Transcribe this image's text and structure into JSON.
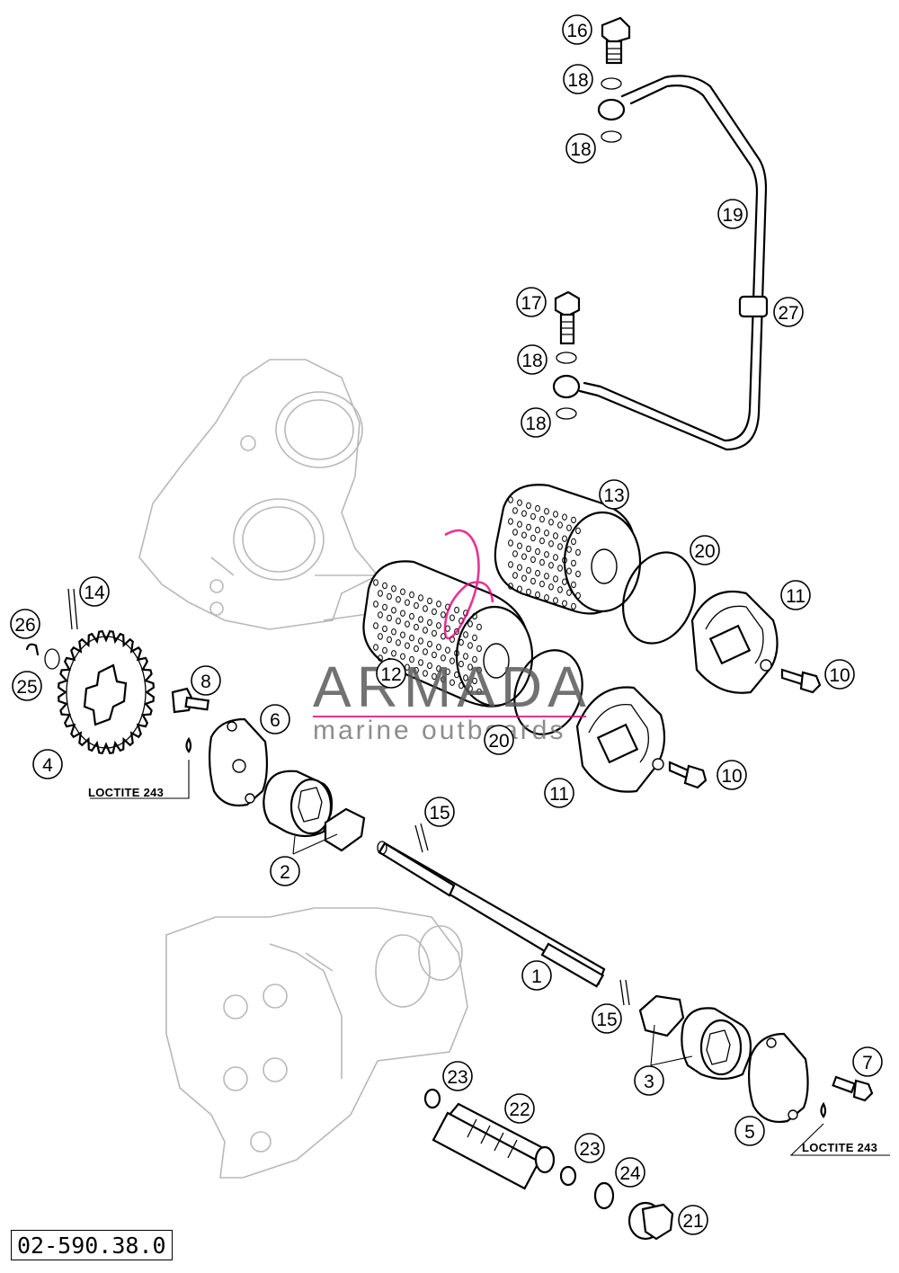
{
  "drawing_number": "02-590.38.0",
  "watermark": {
    "brand": "ARMADA",
    "tagline": "marine outboards",
    "accent_color": "#e2007a",
    "text_color": "#5a5a5a"
  },
  "loctite_labels": [
    "LOCTITE 243",
    "LOCTITE 243"
  ],
  "callouts": [
    "1",
    "2",
    "3",
    "4",
    "5",
    "6",
    "7",
    "8",
    "10",
    "10",
    "11",
    "11",
    "12",
    "13",
    "14",
    "15",
    "15",
    "16",
    "17",
    "18",
    "18",
    "18",
    "18",
    "19",
    "20",
    "20",
    "21",
    "22",
    "23",
    "23",
    "24",
    "25",
    "26",
    "27"
  ],
  "colors": {
    "line": "#000000",
    "ghost_line": "#b8b8b8",
    "background": "#ffffff"
  }
}
